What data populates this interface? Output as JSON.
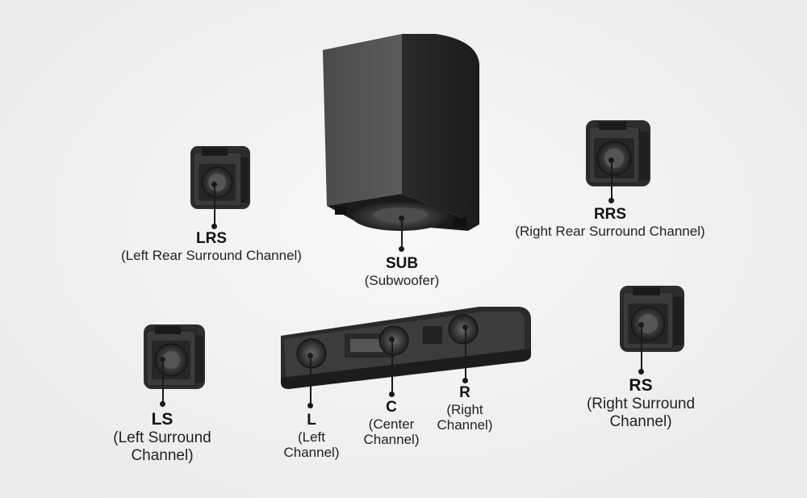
{
  "speakers": {
    "lrs": {
      "code": "LRS",
      "desc": "(Left Rear Surround Channel)"
    },
    "rrs": {
      "code": "RRS",
      "desc": "(Right Rear Surround Channel)"
    },
    "sub": {
      "code": "SUB",
      "desc": "(Subwoofer)"
    },
    "ls": {
      "code": "LS",
      "desc_lines": [
        "(Left Surround",
        "Channel)"
      ]
    },
    "l": {
      "code": "L",
      "desc_lines": [
        "(Left",
        "Channel)"
      ]
    },
    "c": {
      "code": "C",
      "desc_lines": [
        "(Center",
        "Channel)"
      ]
    },
    "r": {
      "code": "R",
      "desc_lines": [
        "(Right",
        "Channel)"
      ]
    },
    "rs": {
      "code": "RS",
      "desc_lines": [
        "(Right Surround",
        "Channel)"
      ]
    }
  }
}
